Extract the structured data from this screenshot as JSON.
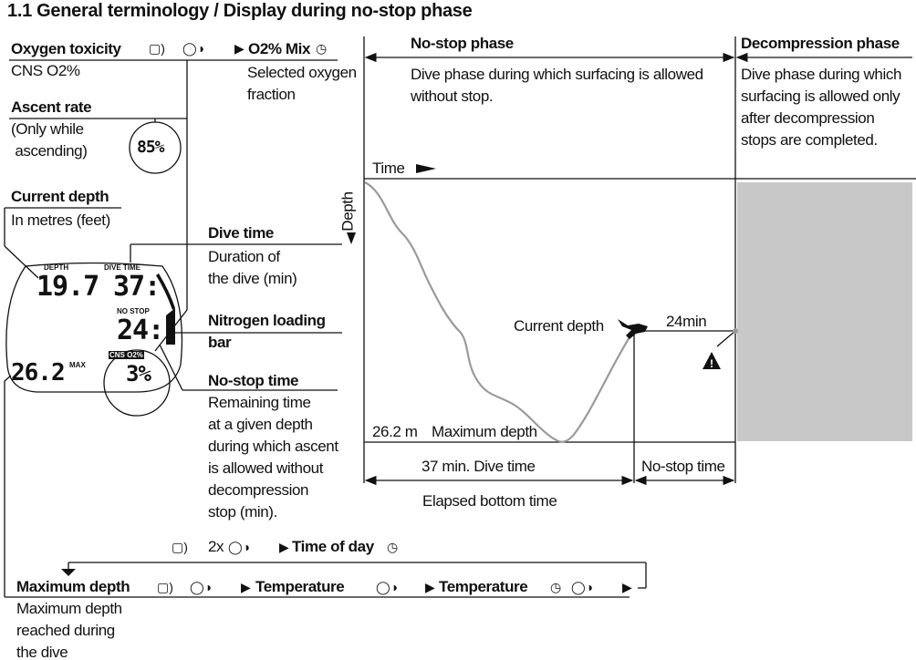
{
  "title": "1.1 General terminology / Display during no-stop phase",
  "left": {
    "oxygen_toxicity": "Oxygen toxicity",
    "cns": "CNS O2%",
    "o2_mix": "O2% Mix",
    "selected_oxygen": [
      "Selected oxygen",
      "fraction"
    ],
    "ascent_rate": "Ascent rate",
    "ascent_note": [
      "(Only while",
      " ascending)"
    ],
    "ascent_value": "85%",
    "current_depth": "Current depth",
    "current_depth_note": "In metres (feet)",
    "dive_time": "Dive time",
    "dive_time_note": [
      "Duration of",
      "the dive (min)"
    ],
    "nitrogen": [
      "Nitrogen loading",
      "bar"
    ],
    "no_stop": "No-stop time",
    "no_stop_note": [
      "Remaining time",
      "at a given depth",
      "during which ascent",
      "is allowed without",
      "decompression",
      "stop (min)."
    ]
  },
  "display": {
    "depth_label": "DEPTH",
    "depth": "19.7",
    "dive_time_label": "DIVE TIME",
    "dive_time": "37:",
    "no_stop_label": "NO STOP",
    "no_stop": "24:",
    "cns_label": "CNS O2%",
    "cns": "3%",
    "max": "26.2",
    "max_label": "MAX"
  },
  "profile": {
    "no_stop_phase": "No-stop phase",
    "no_stop_desc": [
      "Dive phase during which surfacing is allowed",
      "without stop."
    ],
    "deco_phase": "Decompression phase",
    "deco_desc": [
      "Dive phase during which",
      "surfacing is allowed only",
      "after decompression",
      "stops are completed."
    ],
    "time_axis": "Time",
    "depth_axis": "Depth",
    "current_depth": "Current depth",
    "remaining": "24min",
    "max_depth_value": "26.2 m",
    "max_depth_label": "Maximum depth",
    "dive_time": "37 min. Dive time",
    "no_stop_time": "No-stop time",
    "elapsed": "Elapsed bottom time"
  },
  "bottom": {
    "press": "2x",
    "time_of_day": "Time of day",
    "max_depth": "Maximum depth",
    "temperature1": "Temperature",
    "temperature2": "Temperature",
    "max_depth_note": [
      "Maximum depth",
      "reached during",
      "the dive"
    ]
  },
  "colors": {
    "deco_fill": "#c8c8c8",
    "profile_line": "#9a9a9a"
  }
}
